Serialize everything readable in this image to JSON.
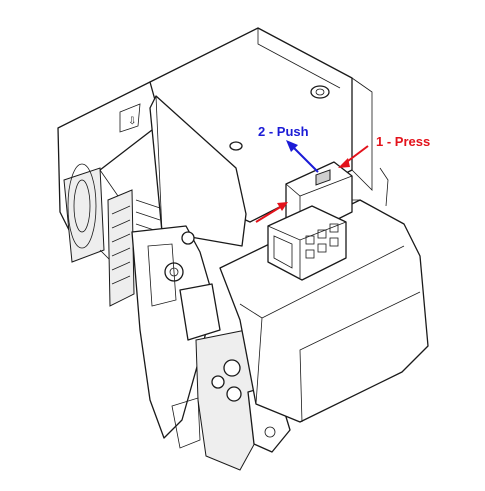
{
  "callouts": [
    {
      "id": "press",
      "label": "1 - Press",
      "color": "#e3121b"
    },
    {
      "id": "push",
      "label": "2 - Push",
      "color": "#1b1bd6"
    }
  ]
}
